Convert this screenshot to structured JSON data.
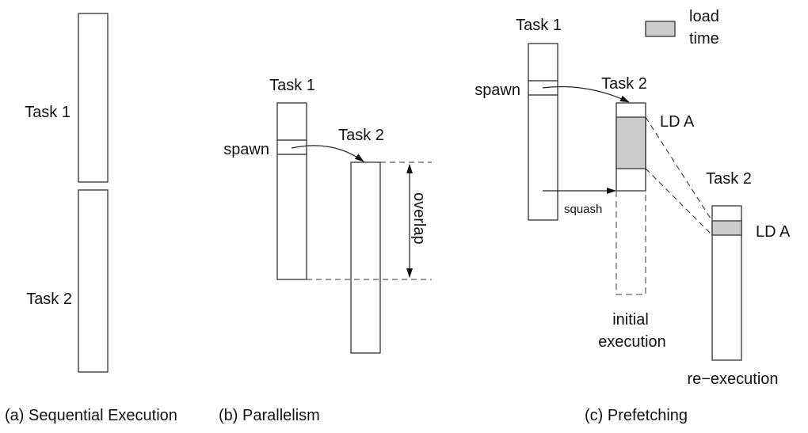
{
  "panels": {
    "a": {
      "caption": "(a) Sequential Execution",
      "task1_label": "Task 1",
      "task2_label": "Task 2"
    },
    "b": {
      "caption": "(b) Parallelism",
      "task1_label": "Task 1",
      "task2_label": "Task 2",
      "spawn_label": "spawn",
      "overlap_label": "overlap"
    },
    "c": {
      "caption": "(c) Prefetching",
      "task1_label": "Task 1",
      "task2_label": "Task 2",
      "task2_reexec_label": "Task 2",
      "spawn_label": "spawn",
      "squash_label": "squash",
      "ld_label_initial": "LD A",
      "ld_label_reexec": "LD A",
      "initial_label_line1": "initial",
      "initial_label_line2": "execution",
      "reexec_label": "re−execution",
      "legend": {
        "line1": "load",
        "line2": "time",
        "color": "#cccccc"
      }
    }
  }
}
